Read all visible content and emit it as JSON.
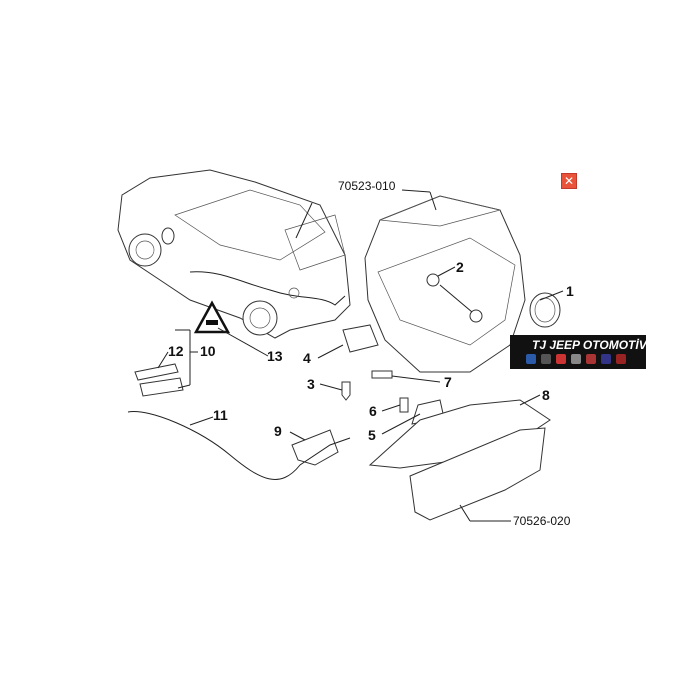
{
  "diagram": {
    "callouts": {
      "tailgate_code": "70523-010",
      "trim_code": "70526-020",
      "n1": "1",
      "n2": "2",
      "n3": "3",
      "n4": "4",
      "n5": "5",
      "n6": "6",
      "n7": "7",
      "n8": "8",
      "n9": "9",
      "n10": "10",
      "n11": "11",
      "n12": "12",
      "n13": "13"
    }
  },
  "close_button": {
    "icon": "close-icon",
    "glyph": "✕",
    "color": "#e8533a"
  },
  "watermark": {
    "text": "JEEP OTOMOTİV",
    "logo_mark": "TJ"
  }
}
